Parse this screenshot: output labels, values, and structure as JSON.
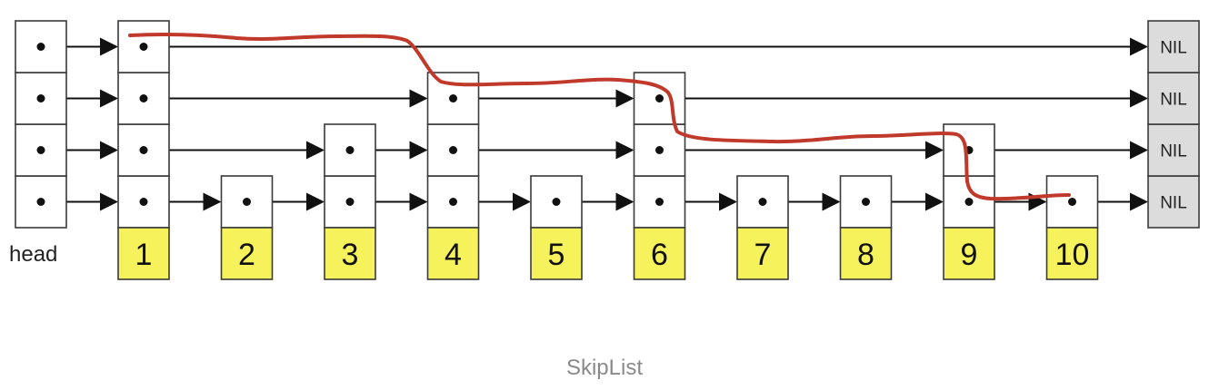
{
  "diagram": {
    "head_label": "head",
    "nil_label": "NIL",
    "levels": 4,
    "nodes": [
      {
        "key": "1",
        "height": 4
      },
      {
        "key": "2",
        "height": 1
      },
      {
        "key": "3",
        "height": 2
      },
      {
        "key": "4",
        "height": 3
      },
      {
        "key": "5",
        "height": 1
      },
      {
        "key": "6",
        "height": 3
      },
      {
        "key": "7",
        "height": 1
      },
      {
        "key": "8",
        "height": 1
      },
      {
        "key": "9",
        "height": 2
      },
      {
        "key": "10",
        "height": 1
      }
    ],
    "search_path_color": "#c0392b",
    "key_color": "#f6f25c",
    "nil_color": "#dcdcdc"
  },
  "caption": "SkipList"
}
